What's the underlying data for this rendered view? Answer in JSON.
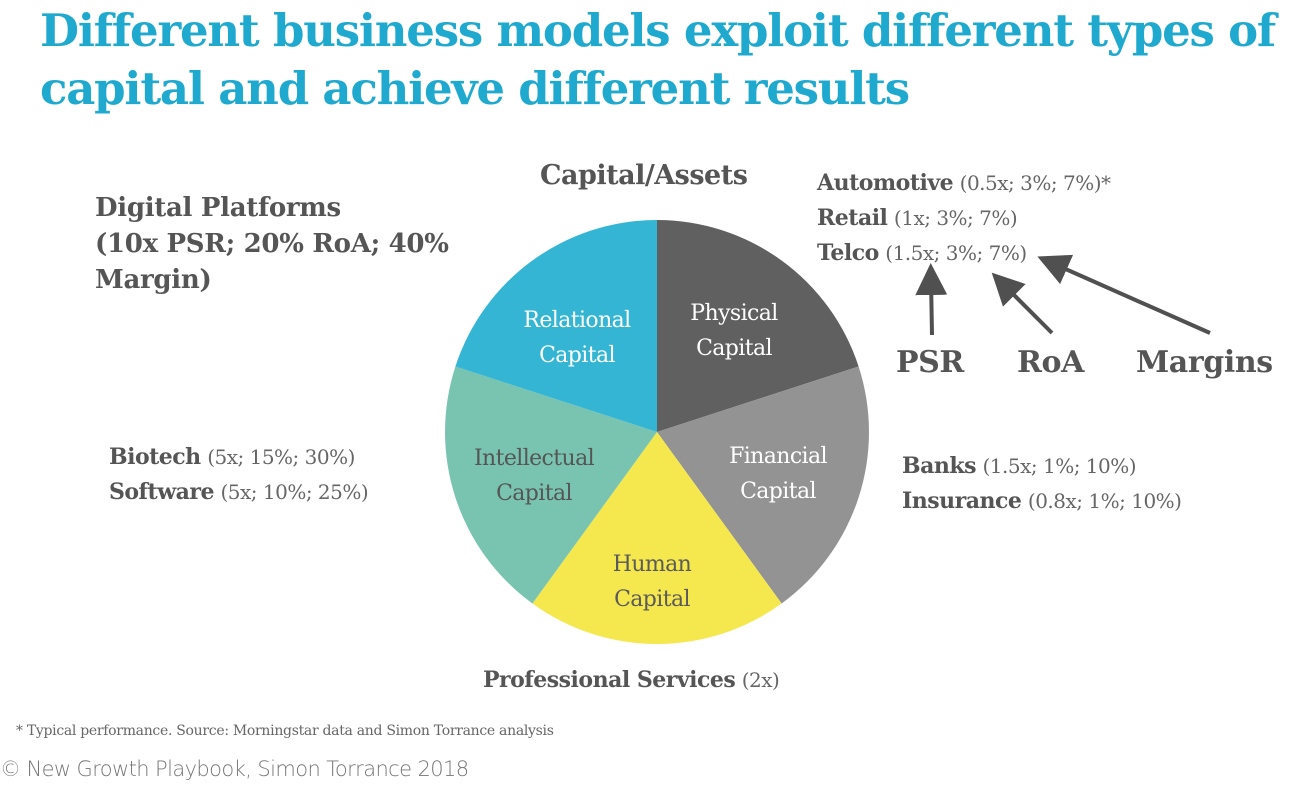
{
  "title": {
    "line1": "Different business models exploit different types of",
    "line2": "capital and achieve different results",
    "color": "#1fa9cf"
  },
  "pie_heading": "Capital/Assets",
  "digital_platforms": {
    "line1": "Digital Platforms",
    "line2": "(10x PSR; 20% RoA; 40%",
    "line3": "Margin)"
  },
  "groups": {
    "top_right": [
      {
        "name": "Automotive",
        "values": "(0.5x; 3%; 7%)*"
      },
      {
        "name": "Retail",
        "values": "(1x; 3%; 7%)"
      },
      {
        "name": "Telco",
        "values": "(1.5x; 3%; 7%)"
      }
    ],
    "right": [
      {
        "name": "Banks",
        "values": "(1.5x; 1%; 10%)"
      },
      {
        "name": "Insurance",
        "values": "(0.8x; 1%; 10%)"
      }
    ],
    "left": [
      {
        "name": "Biotech",
        "values": "(5x; 15%; 30%)"
      },
      {
        "name": "Software",
        "values": "(5x; 10%; 25%)"
      }
    ],
    "bottom": [
      {
        "name": "Professional Services",
        "values": "(2x)"
      }
    ]
  },
  "metrics": {
    "psr": "PSR",
    "roa": "RoA",
    "margins": "Margins"
  },
  "slices": [
    {
      "line1": "Physical",
      "line2": "Capital",
      "color": "#5f605f",
      "text_color": "#ffffff"
    },
    {
      "line1": "Financial",
      "line2": "Capital",
      "color": "#939393",
      "text_color": "#ffffff"
    },
    {
      "line1": "Human",
      "line2": "Capital",
      "color": "#f5e84f",
      "text_color": "#5a5a5a"
    },
    {
      "line1": "Intellectual",
      "line2": "Capital",
      "color": "#79c4b0",
      "text_color": "#555555"
    },
    {
      "line1": "Relational",
      "line2": "Capital",
      "color": "#34b5d4",
      "text_color": "#ffffff"
    }
  ],
  "footnote": "* Typical performance. Source: Morningstar data and Simon Torrance analysis",
  "copyright": "© New Growth Playbook, Simon Torrance 2018",
  "chart_data": {
    "type": "pie",
    "title": "Capital/Assets",
    "categories": [
      "Physical Capital",
      "Financial Capital",
      "Human Capital",
      "Intellectual Capital",
      "Relational Capital"
    ],
    "values": [
      20,
      20,
      20,
      20,
      20
    ],
    "colors": [
      "#5f605f",
      "#939393",
      "#f5e84f",
      "#79c4b0",
      "#34b5d4"
    ],
    "annotations": [
      {
        "label": "Digital Platforms",
        "psr": "10x",
        "roa": "20%",
        "margin": "40%"
      },
      {
        "label": "Automotive",
        "psr": "0.5x",
        "roa": "3%",
        "margin": "7%"
      },
      {
        "label": "Retail",
        "psr": "1x",
        "roa": "3%",
        "margin": "7%"
      },
      {
        "label": "Telco",
        "psr": "1.5x",
        "roa": "3%",
        "margin": "7%"
      },
      {
        "label": "Banks",
        "psr": "1.5x",
        "roa": "1%",
        "margin": "10%"
      },
      {
        "label": "Insurance",
        "psr": "0.8x",
        "roa": "1%",
        "margin": "10%"
      },
      {
        "label": "Biotech",
        "psr": "5x",
        "roa": "15%",
        "margin": "30%"
      },
      {
        "label": "Software",
        "psr": "5x",
        "roa": "10%",
        "margin": "25%"
      },
      {
        "label": "Professional Services",
        "psr": "2x"
      }
    ],
    "legend_position": "none"
  }
}
